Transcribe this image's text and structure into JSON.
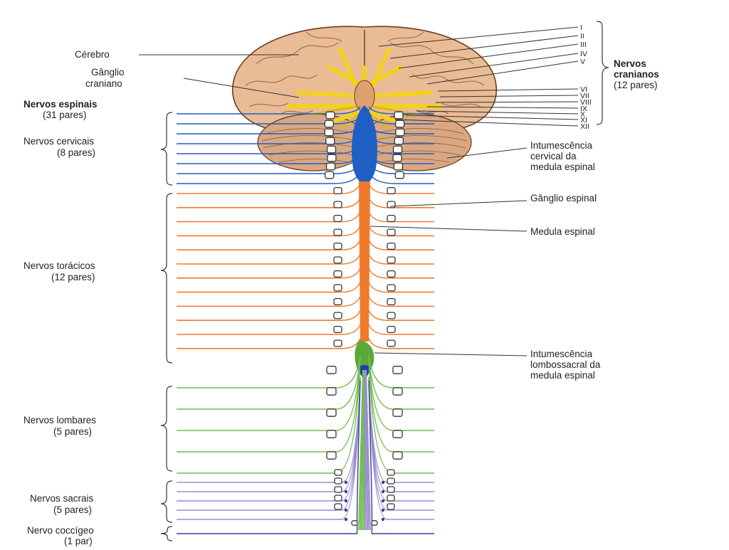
{
  "colors": {
    "brain": "#e9bc96",
    "brain_fold": "#a8704e",
    "cerebellum": "#d9a882",
    "cranial_nerves": "#f3d21c",
    "cervical": "#1f5fc4",
    "thoracic": "#f07a2c",
    "lumbar": "#6fbf4a",
    "sacral": "#9a8ed0",
    "coccygeal": "#3a3a9a",
    "ganglion_fill": "#ffffff",
    "ganglion_stroke": "#333333",
    "leader": "#333333"
  },
  "labels_left": {
    "cerebro": "Cérebro",
    "ganglio_l1": "Gânglio",
    "ganglio_l2": "craniano",
    "espinais_l1": "Nervos espinais",
    "espinais_l2": "(31 pares)",
    "cervicais_l1": "Nervos cervicais",
    "cervicais_l2": "(8 pares)",
    "toracicos_l1": "Nervos torácicos",
    "toracicos_l2": "(12 pares)",
    "lombares_l1": "Nervos lombares",
    "lombares_l2": "(5 pares)",
    "sacrais_l1": "Nervos sacrais",
    "sacrais_l2": "(5 pares)",
    "coccigeo_l1": "Nervo coccígeo",
    "coccigeo_l2": "(1 par)"
  },
  "labels_right": {
    "cranianos_l1": "Nervos",
    "cranianos_l2": "cranianos",
    "cranianos_l3": "(12 pares)",
    "cervical_int_l1": "Intumescência",
    "cervical_int_l2": "cervical da",
    "cervical_int_l3": "medula espinal",
    "ganglio_espinal": "Gânglio espinal",
    "medula": "Medula espinal",
    "lombo_l1": "Intumescência",
    "lombo_l2": "lombossacral da",
    "lombo_l3": "medula espinal"
  },
  "cranial_nerve_numerals": [
    "I",
    "II",
    "III",
    "IV",
    "V",
    "VI",
    "VII",
    "VIII",
    "IX",
    "X",
    "XI",
    "XII"
  ],
  "nerve_counts": {
    "cervical": 8,
    "thoracic": 12,
    "lumbar": 5,
    "sacral": 5,
    "coccygeal": 1
  }
}
